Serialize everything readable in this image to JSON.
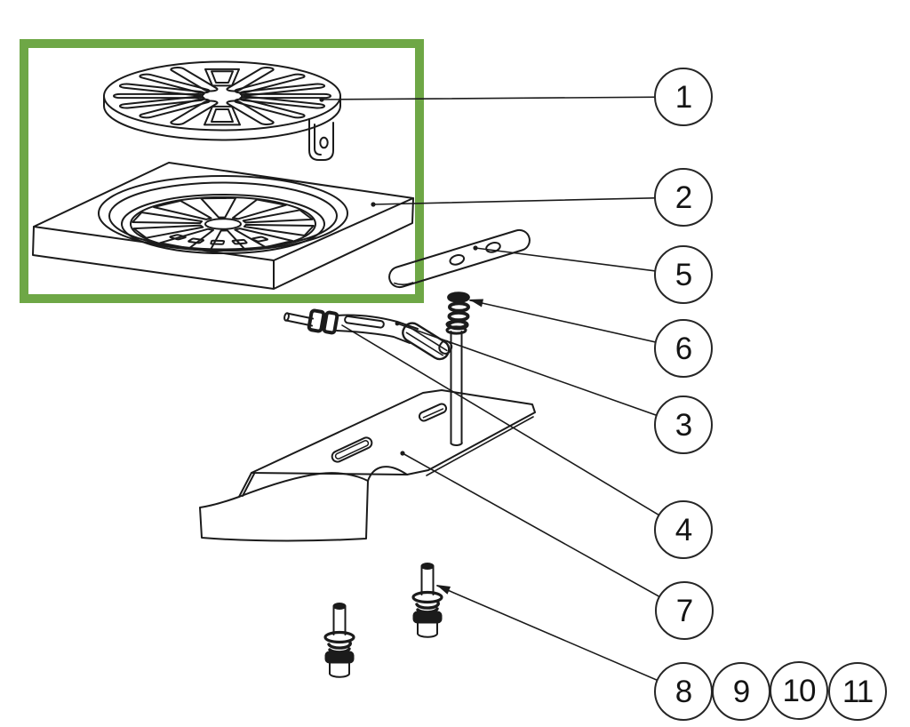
{
  "diagram": {
    "kind": "exploded-parts-diagram",
    "background": "#ffffff",
    "line_color": "#1b1b1b",
    "highlight_color": "#6ea746"
  },
  "callouts": [
    {
      "label": "1"
    },
    {
      "label": "2"
    },
    {
      "label": "5"
    },
    {
      "label": "6"
    },
    {
      "label": "3"
    },
    {
      "label": "4"
    },
    {
      "label": "7"
    },
    {
      "label": "8"
    },
    {
      "label": "9"
    },
    {
      "label": "10"
    },
    {
      "label": "11"
    }
  ]
}
